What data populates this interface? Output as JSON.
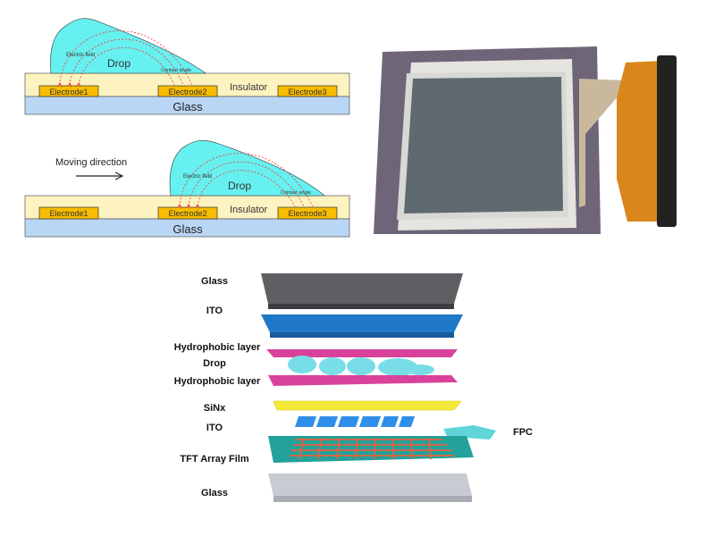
{
  "diagram_top": {
    "drop_label": "Drop",
    "field_label": "Electric field",
    "angle_label": "Contact angle",
    "insulator_label": "Insulator",
    "glass_label": "Glass",
    "electrodes": [
      "Electrode1",
      "Electrode2",
      "Electrode3"
    ]
  },
  "diagram_bottom": {
    "moving_label": "Moving direction",
    "drop_label": "Drop",
    "field_label": "Electric field",
    "angle_label": "Contact angle",
    "insulator_label": "Insulator",
    "glass_label": "Glass",
    "electrodes": [
      "Electrode1",
      "Electrode2",
      "Electrode3"
    ]
  },
  "stack": {
    "layers": [
      "Glass",
      "ITO",
      "Hydrophobic layer",
      "Drop",
      "Hydrophobic layer",
      "SiNx",
      "ITO",
      "TFT Array Film",
      "Glass"
    ],
    "fpc_label": "FPC"
  },
  "colors": {
    "drop": "#66f0f0",
    "insulator": "#fdf3c0",
    "electrode": "#f8bc00",
    "glass": "#b9d6f5",
    "field": "#ff2020"
  }
}
